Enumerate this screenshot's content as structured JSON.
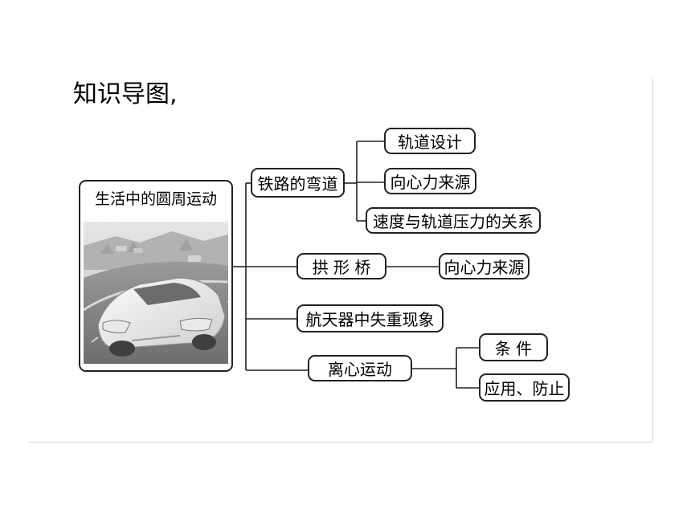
{
  "heading": "知识导图,",
  "root": {
    "label": "生活中的圆周运动",
    "image": "car-illustration"
  },
  "branches": [
    {
      "label": "铁路的弯道",
      "children": [
        "轨道设计",
        "向心力来源",
        "速度与轨道压力的关系"
      ]
    },
    {
      "label": "拱 形 桥",
      "children": [
        "向心力来源"
      ]
    },
    {
      "label": "航天器中失重现象",
      "children": []
    },
    {
      "label": "离心运动",
      "children": [
        "条 件",
        "应用、防止"
      ]
    }
  ],
  "colors": {
    "border": "#222222",
    "frame": "#d4d4d4"
  }
}
